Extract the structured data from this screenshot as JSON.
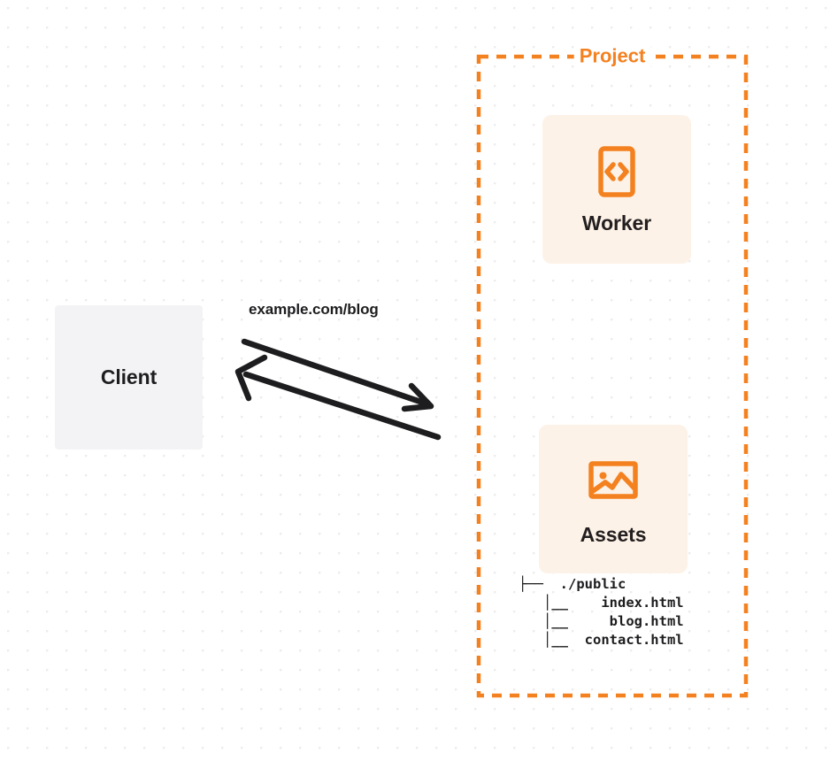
{
  "diagram": {
    "title": "Client request routed to Project with Worker and static Assets",
    "background": {
      "style": "dot-grid",
      "dot_color": "#ececed",
      "page_color": "#ffffff"
    },
    "colors": {
      "accent_orange": "#f48120",
      "card_fill": "#fdf2e7",
      "client_fill": "#f3f3f5",
      "text_dark": "#1d1d1f",
      "arrow_dark": "#1d1d1f"
    }
  },
  "client": {
    "label": "Client"
  },
  "connection": {
    "label": "example.com/blog",
    "outgoing_arrow": "arrow-right-down",
    "incoming_arrow": "arrow-left-up"
  },
  "project": {
    "title": "Project",
    "border_style": "dashed",
    "nodes": [
      {
        "id": "worker",
        "label": "Worker",
        "icon": "code-document-icon"
      },
      {
        "id": "assets",
        "label": "Assets",
        "icon": "image-picture-icon"
      }
    ]
  },
  "file_tree": {
    "lines": [
      "├──  ./public",
      "   │__    index.html",
      "   │__     blog.html",
      "   │__  contact.html"
    ],
    "root": "./public",
    "files": [
      "index.html",
      "blog.html",
      "contact.html"
    ]
  }
}
